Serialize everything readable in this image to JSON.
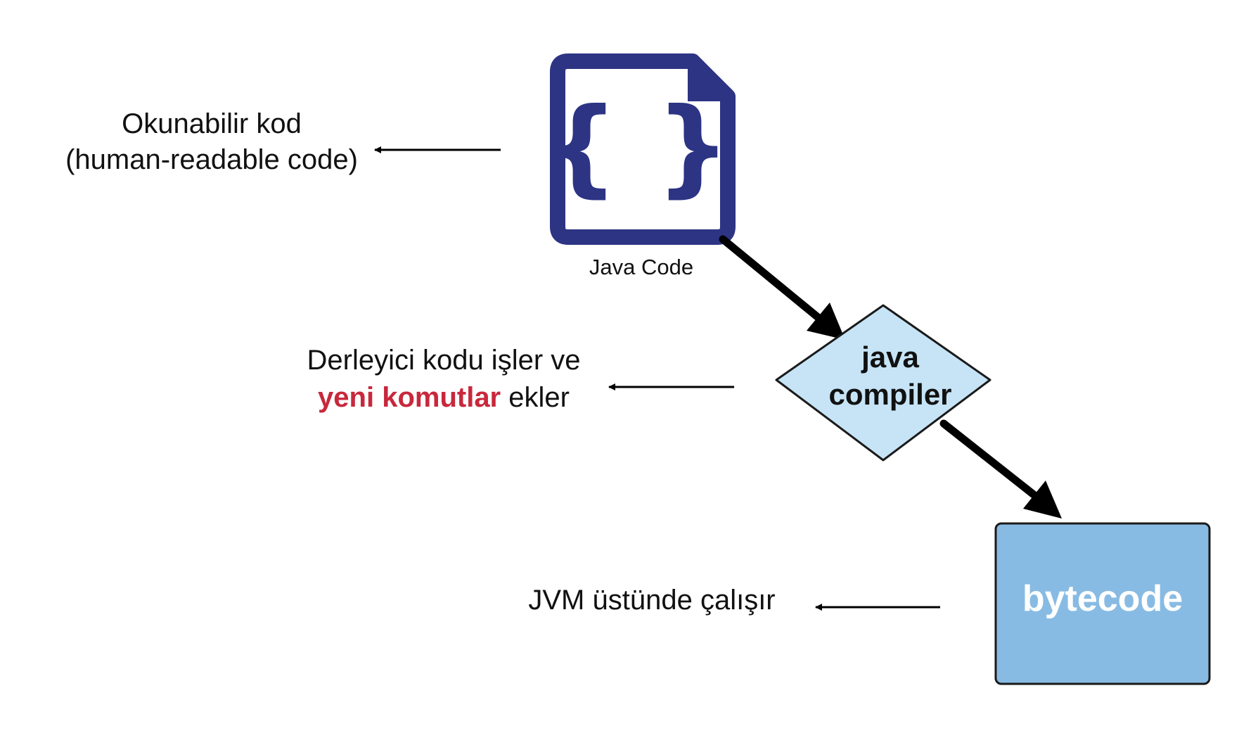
{
  "nodes": {
    "java_code": {
      "label": "Java Code",
      "icon": "code-file-icon",
      "icon_glyph": "{ }",
      "color": "#2d3484"
    },
    "compiler": {
      "line1": "java",
      "line2": "compiler",
      "fill": "#c6e4f6",
      "stroke": "#1a1a1a"
    },
    "bytecode": {
      "label": "bytecode",
      "fill": "#88bbe3",
      "text_color": "#ffffff"
    }
  },
  "annotations": {
    "readable": {
      "line1": "Okunabilir kod",
      "line2": "(human-readable code)"
    },
    "compiler_note": {
      "line1": "Derleyici kodu işler ve",
      "line2_highlight": "yeni komutlar",
      "line2_rest": " ekler",
      "highlight_color": "#c8283c"
    },
    "runs": {
      "text": "JVM üstünde çalışır"
    }
  },
  "colors": {
    "text": "#111111",
    "arrow": "#000000"
  }
}
